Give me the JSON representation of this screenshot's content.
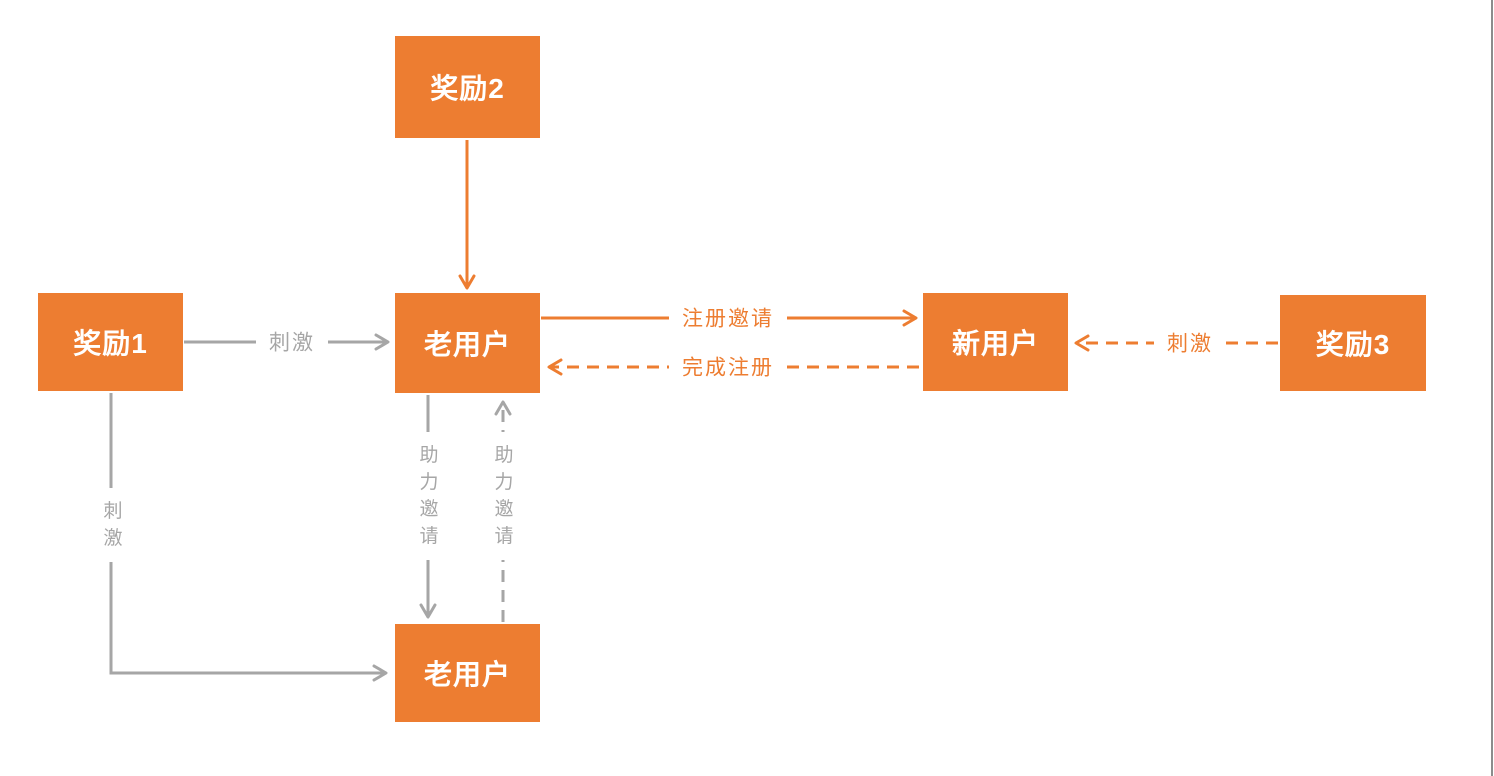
{
  "diagram": {
    "colors": {
      "accent_orange": "#ED7D31",
      "line_gray": "#A6A6A6",
      "label_gray": "#A6A6A6",
      "node_text": "#FFFFFF",
      "background": "#FFFFFF",
      "right_border": "#8C8C8C"
    },
    "nodes": {
      "reward2": {
        "label": "奖励2"
      },
      "reward1": {
        "label": "奖励1"
      },
      "old_user_center": {
        "label": "老用户"
      },
      "new_user": {
        "label": "新用户"
      },
      "reward3": {
        "label": "奖励3"
      },
      "old_user_bottom": {
        "label": "老用户"
      }
    },
    "edges": {
      "reward2_to_old_user": {
        "label": "",
        "from": "奖励2",
        "to": "老用户",
        "style": "solid",
        "color": "orange",
        "direction": "down"
      },
      "stimulate_left": {
        "label": "刺激",
        "from": "奖励1",
        "to": "老用户",
        "style": "solid",
        "color": "gray",
        "direction": "right"
      },
      "register_invite": {
        "label": "注册邀请",
        "from": "老用户",
        "to": "新用户",
        "style": "solid",
        "color": "orange",
        "direction": "right"
      },
      "complete_register": {
        "label": "完成注册",
        "from": "新用户",
        "to": "老用户",
        "style": "dashed",
        "color": "orange",
        "direction": "left"
      },
      "stimulate_right": {
        "label": "刺激",
        "from": "奖励3",
        "to": "新用户",
        "style": "dashed",
        "color": "orange",
        "direction": "left"
      },
      "assist_invite_down": {
        "label": "助力邀请",
        "from": "老用户",
        "to": "老用户",
        "style": "solid",
        "color": "gray",
        "direction": "down"
      },
      "assist_invite_up": {
        "label": "助力邀请",
        "from": "老用户",
        "to": "老用户",
        "style": "dashed",
        "color": "gray",
        "direction": "up"
      },
      "stimulate_bottom": {
        "label": "刺激",
        "from": "奖励1",
        "to": "老用户",
        "style": "solid",
        "color": "gray",
        "direction": "down-right"
      }
    }
  }
}
